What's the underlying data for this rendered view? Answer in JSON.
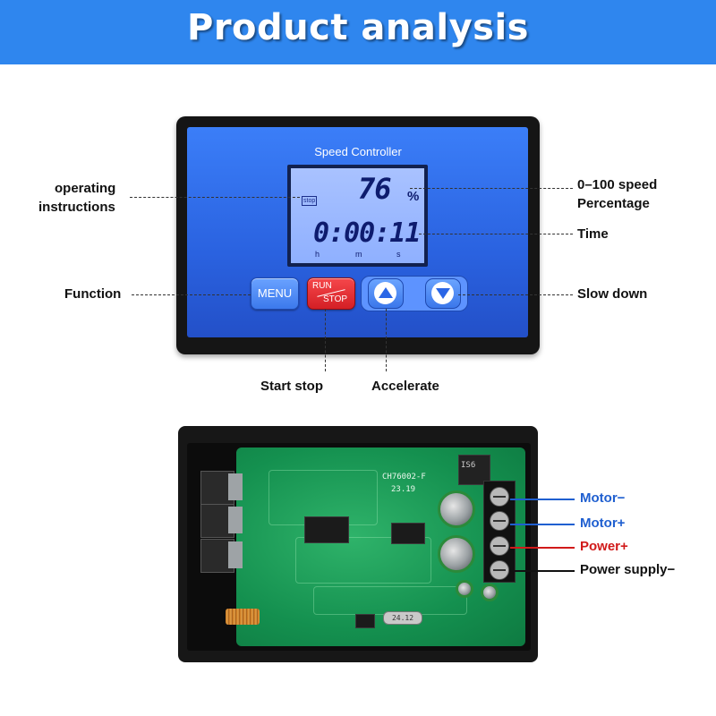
{
  "banner": {
    "title": "Product analysis"
  },
  "panel": {
    "title": "Speed Controller",
    "lcd": {
      "stop_indicator": "stop",
      "speed_value": "76",
      "speed_unit": "%",
      "time_value": "0:00:11",
      "units": [
        "h",
        "m",
        "s"
      ]
    },
    "buttons": {
      "menu": "MENU",
      "run": "RUN",
      "stop": "STOP"
    }
  },
  "annotations": {
    "operating_line1": "operating",
    "operating_line2": "instructions",
    "speed_line1": "0–100 speed",
    "speed_line2": "Percentage",
    "time": "Time",
    "function": "Function",
    "slow_down": "Slow down",
    "start_stop": "Start stop",
    "accelerate": "Accelerate"
  },
  "pcb": {
    "model": "CH76002-F",
    "date_code": "23.19",
    "crystal": "24.12",
    "relay_text": "IS6"
  },
  "wiring": [
    {
      "label": "Motor−",
      "color": "#1f5fd0"
    },
    {
      "label": "Motor+",
      "color": "#1f5fd0"
    },
    {
      "label": "Power+",
      "color": "#d11a1a"
    },
    {
      "label": "Power supply−",
      "color": "#111111"
    }
  ],
  "colors": {
    "banner": "#2f86ee",
    "panel_face": "#2a62e0",
    "run_button": "#d41f25"
  }
}
